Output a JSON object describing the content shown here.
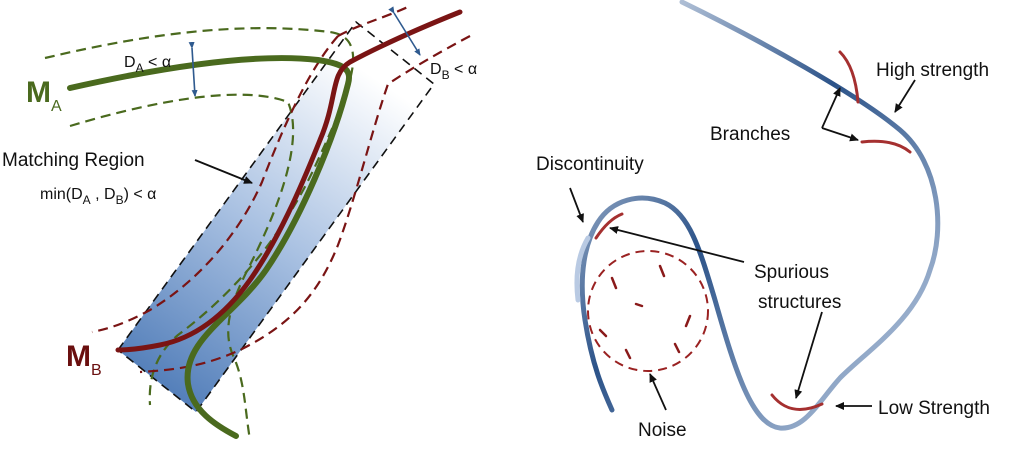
{
  "left_panel": {
    "curve_a_label": "M",
    "curve_a_sub": "A",
    "curve_b_label": "M",
    "curve_b_sub": "B",
    "distance_a": {
      "prefix": "D",
      "sub": "A",
      "suffix": " < α"
    },
    "distance_b": {
      "prefix": "D",
      "sub": "B",
      "suffix": " < α"
    },
    "matching_region_title": "Matching Region",
    "matching_region_formula": {
      "prefix": "min(D",
      "sub1": "A",
      "mid": " , D",
      "sub2": "B",
      "suffix": ") < α"
    }
  },
  "right_panel": {
    "high_strength": "High strength",
    "branches": "Branches",
    "discontinuity": "Discontinuity",
    "spurious_line1": "Spurious",
    "spurious_line2": "structures",
    "noise": "Noise",
    "low_strength": "Low Strength"
  },
  "colors": {
    "green_curve": "#4a6a1e",
    "red_curve": "#7a1414",
    "blue_curve": "#2f5a8f",
    "region_fill": "#4a78b8"
  }
}
